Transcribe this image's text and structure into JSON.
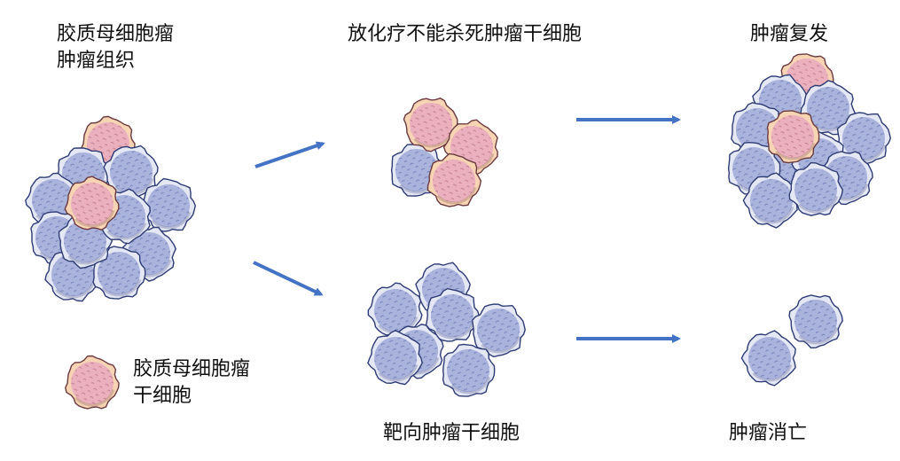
{
  "labels": {
    "tumor_tissue_line1": "胶质母细胞瘤",
    "tumor_tissue_line2": "肿瘤组织",
    "radiotherapy": "放化疗不能杀死肿瘤干细胞",
    "recurrence": "肿瘤复发",
    "targeted": "靶向肿瘤干细胞",
    "eliminated": "肿瘤消亡",
    "legend_line1": "胶质母细胞瘤",
    "legend_line2": "干细胞"
  },
  "colors": {
    "blue_fill": "#aab3dc",
    "blue_rim": "#e4e7f4",
    "blue_outline": "#2e3c74",
    "blue_texture": "#4f5ea2",
    "pink_fill": "#eab0bd",
    "pink_rim": "#f7d5b4",
    "pink_outline": "#6a3a40",
    "pink_texture": "#a9596a",
    "arrow": "#4472c4"
  }
}
